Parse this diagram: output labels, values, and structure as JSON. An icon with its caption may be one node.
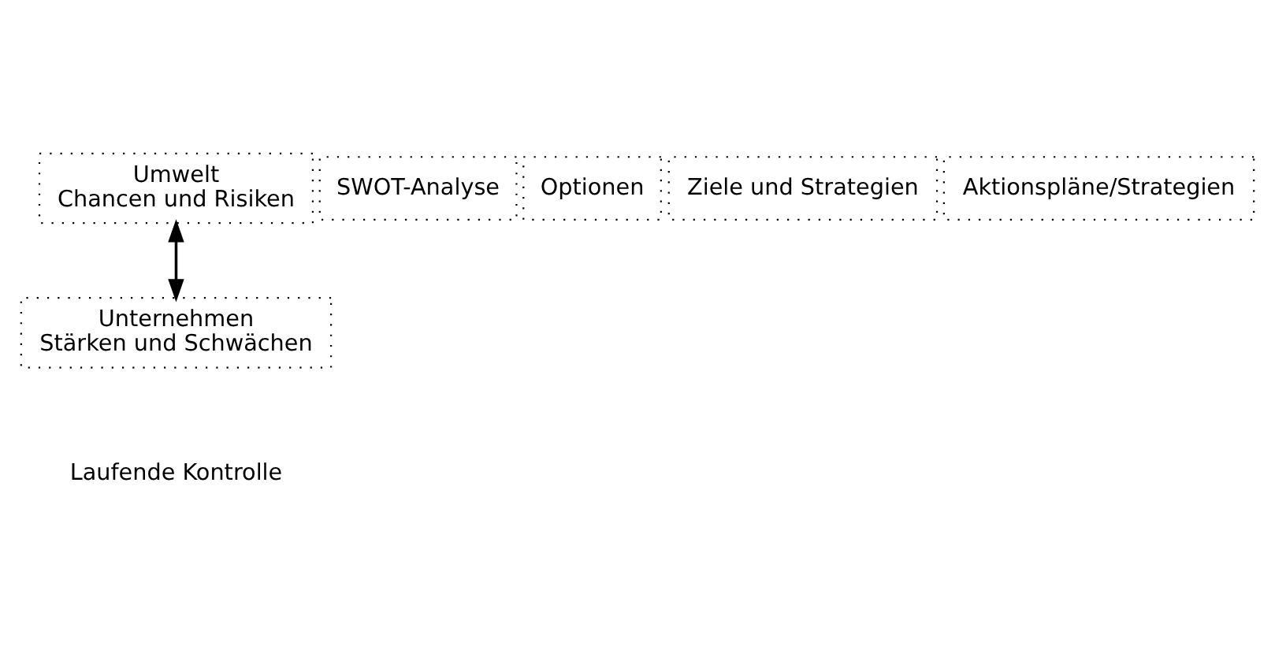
{
  "diagram": {
    "nodes": [
      {
        "text": [
          "Umwelt",
          "Chancen und Risiken"
        ]
      },
      {
        "text": [
          "Unternehmen",
          "Stärken und Schwächen"
        ]
      },
      {
        "text": [
          "SWOT-Analyse"
        ]
      },
      {
        "text": [
          "Optionen"
        ]
      },
      {
        "text": [
          "Ziele und Strategien"
        ]
      },
      {
        "text": [
          "Aktionspläne/Strategien"
        ]
      }
    ],
    "edges": [
      {
        "from": 0,
        "to": 1,
        "arrow": "both"
      }
    ],
    "labels": [
      "Laufende Kontrolle"
    ]
  }
}
